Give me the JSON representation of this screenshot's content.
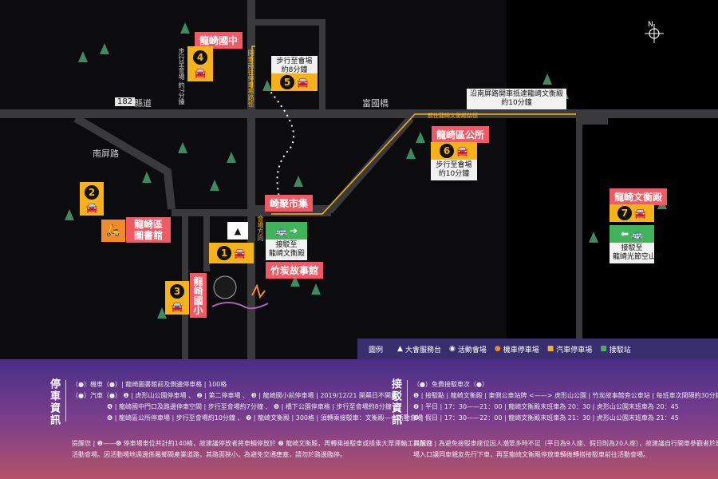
{
  "map": {
    "road_labels": {
      "route182_num": "182",
      "route182_label": "縣道",
      "nanpinglu": "南屏路",
      "fuguo_bridge": "富國橋"
    },
    "routes": {
      "to_wenhengdian": "前往龍崎文衡殿路徑",
      "parking_to_venue": "開車前往停車場路徑",
      "shuttle_note_line1": "沿南屏路開車抵達龍崎文衡殿",
      "shuttle_note_line2": "約10分鐘"
    },
    "places": {
      "longqi_junior_high": "龍崎國中",
      "longqi_district_office": "龍崎區公所",
      "qiju_market": "崎聚市集",
      "longqi_library": "龍崎區圖書館",
      "charcoal_museum": "竹炭故事館",
      "longqi_elementary": "龍崎國小",
      "wenhengdian": "龍崎文衡殿",
      "venue_direction": "會場方向"
    },
    "parking": [
      {
        "num": "1"
      },
      {
        "num": "2"
      },
      {
        "num": "3"
      },
      {
        "num": "4",
        "walk": "步行至會場 約7分鐘"
      },
      {
        "num": "5",
        "walk_line1": "步行至會場",
        "walk_line2": "約8分鐘"
      },
      {
        "num": "6",
        "walk_line1": "步行至會場",
        "walk_line2": "約10分鐘"
      },
      {
        "num": "7"
      }
    ],
    "shuttle_boxes": {
      "b1_line1": "接駁至",
      "b1_line2": "龍崎文衡殿",
      "b2_line1": "接駁至",
      "b2_line2": "龍崎光節空山祭"
    },
    "compass": "N",
    "colors": {
      "red": "#f05a66",
      "yellow": "#f6b21a",
      "green": "#41b35a",
      "purple": "#3a2f6e"
    }
  },
  "legend": {
    "title": "圖例",
    "items": [
      "大會服務台",
      "活動會場",
      "機車停車場",
      "汽車停車場",
      "接駁站"
    ]
  },
  "parking_info": {
    "title": "停車資訊",
    "lines": [
      "（●）機車（●）| 龍崎圖書館前及側邊停車格 | 100格",
      "（●）汽車（●） ❶ | 虎形山公園停車場 、 ❷ | 第二停車場 、 ❸ | 龍崎國小前停車場 | 2019/12/21 開幕日不開放",
      "❹ | 龍崎國中門口及路邊停車空間 | 步行至會場約7分鐘 、 ❺ | 橋下公園停車格 | 步行至會場約8分鐘",
      "❻ | 龍崎區公所停車場 | 步行至會場約10分鐘 、 ❼ | 龍崎文衡殿 | 300格 | 須轉乘接駁車：文衡殿——活動會場",
      "提醒您 | ❶——❻ 停車場車位共計約140格，故建議停放者將車輛停放於 ❼ 龍崎文衡殿，再轉乘接駁車或搭乘大眾運輸工具前往",
      "活動會場。因活動場地週邊係屬鄉間產業道路，其路面狹小，為避免交通壅塞，請勿於路邊臨停。"
    ]
  },
  "shuttle_info": {
    "title": "接駁資訊",
    "lines": [
      "（●）免費接駁車次（●）",
      "❶ | 接駁點 | 龍崎文衡殿 | 東側公車站牌 <——> 虎形山公園 | 竹炭故事館旁公車站 | 每班車次間隔約30分鐘",
      "❷ | 平日 | 17：30——21：00 | 龍崎文衡殿末班車為 20：30 | 虎形山公園末班車為 20：45",
      "❸ | 假日 | 17：30——22：00 | 龍崎文衡殿末班車為 21：30 | 虎形山公園末班車為 21：45",
      "提醒您 | 為避免接駁車座位因人潮眾多時不足（平日為9人座、假日則為20人座），故建議自行開車參觀者於展",
      "場入口讓同車親友先行下車，再至龍崎文衡殿停放車輛後轉搭接駁車前往活動會場。"
    ]
  }
}
